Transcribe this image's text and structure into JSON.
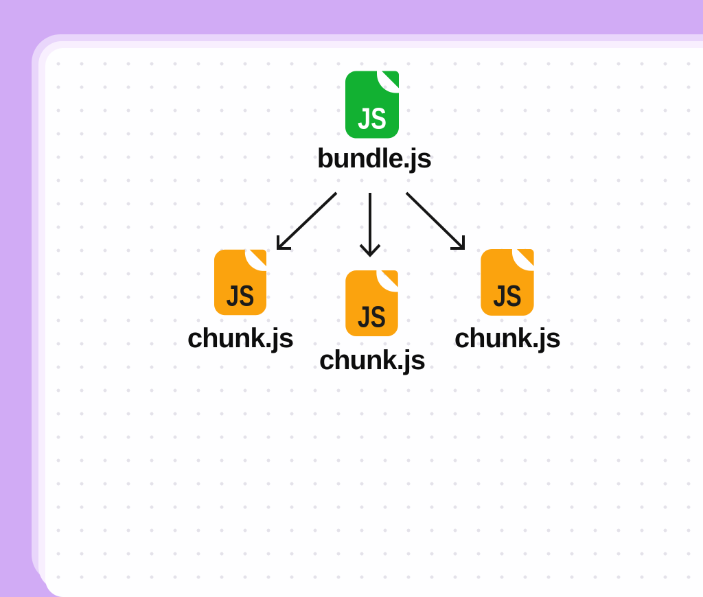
{
  "colors": {
    "page_bg": "#d1abf5",
    "frame_outer": "#e9d6fb",
    "frame_inner": "#f8effe",
    "card_bg": "#fefeff",
    "dot": "#e4e2ea",
    "green": "#12b132",
    "orange": "#fba30e",
    "arrow": "#161616",
    "label_text": "#0d0d0d",
    "badge_on_green": "#ffffff",
    "badge_on_orange": "#1b1b1b"
  },
  "diagram": {
    "root": {
      "label": "bundle.js",
      "badge": "JS"
    },
    "children": [
      {
        "label": "chunk.js",
        "badge": "JS"
      },
      {
        "label": "chunk.js",
        "badge": "JS"
      },
      {
        "label": "chunk.js",
        "badge": "JS"
      }
    ]
  }
}
